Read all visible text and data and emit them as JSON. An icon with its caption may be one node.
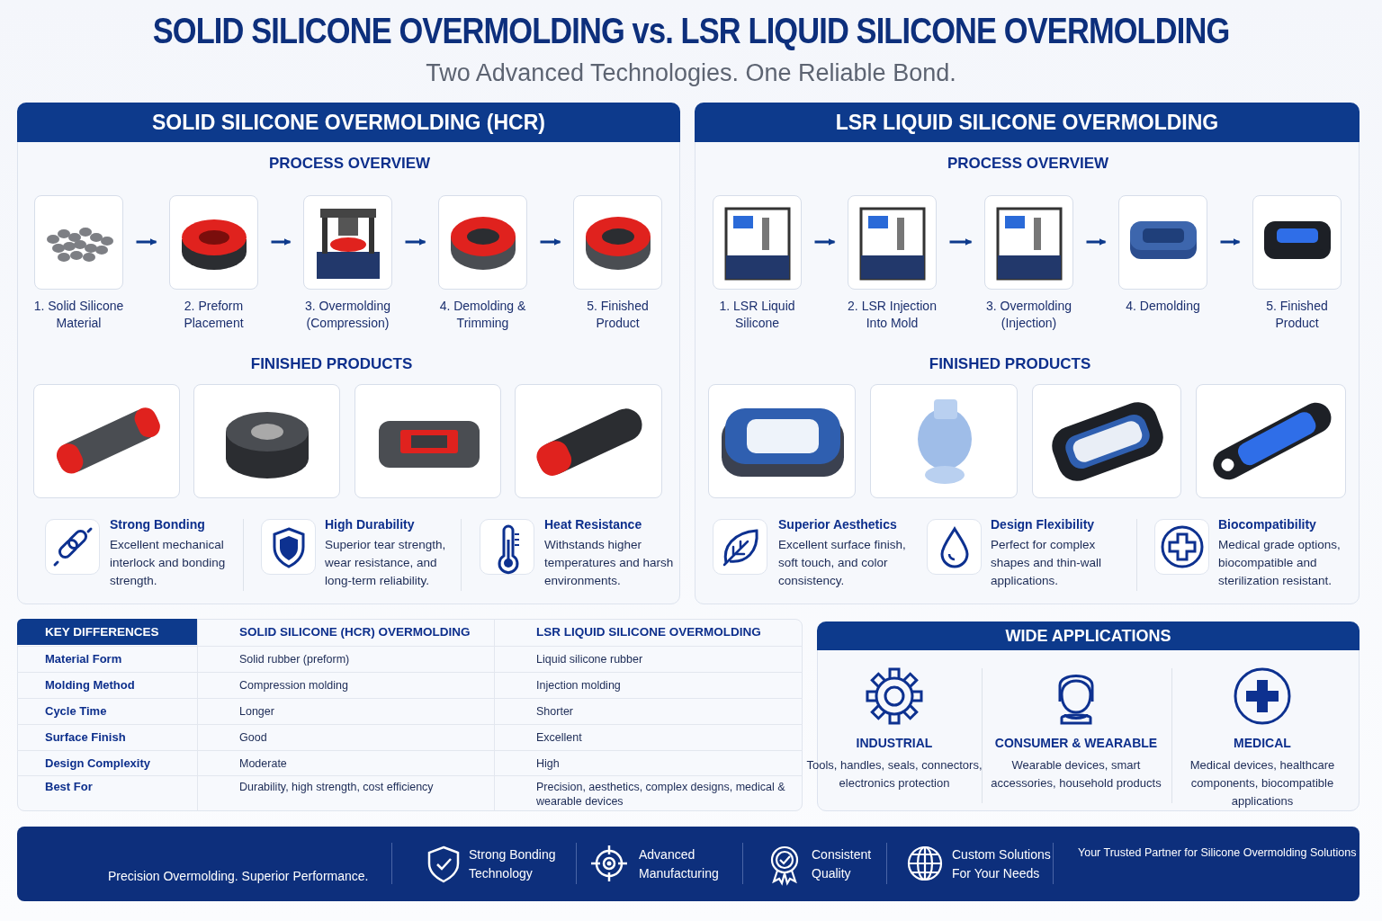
{
  "diagram": {
    "title": "SOLID SILICONE OVERMOLDING vs. LSR LIQUID SILICONE OVERMOLDING",
    "nodes": [
      {
        "text": [
          "SOLID SILICONE OVERMOLDING (HCR)",
          "PROCESS OVERVIEW",
          "FINISHED PRODUCTS"
        ]
      },
      {
        "text": [
          "1. Solid Silicone Material"
        ],
        "in": 0
      },
      {
        "text": [
          "2. Preform Placement"
        ],
        "in": 0
      },
      {
        "text": [
          "3. Overmolding (Compression)"
        ],
        "in": 0
      },
      {
        "text": [
          "4. Demolding & Trimming"
        ],
        "in": 0
      },
      {
        "text": [
          "5. Finished Product"
        ],
        "in": 0
      },
      {
        "text": [
          "LSR LIQUID SILICONE OVERMOLDING",
          "PROCESS OVERVIEW",
          "FINISHED PRODUCTS"
        ]
      },
      {
        "text": [
          "1. LSR Liquid Silicone"
        ],
        "in": 6
      },
      {
        "text": [
          "2. LSR Injection Into Mold"
        ],
        "in": 6
      },
      {
        "text": [
          "3. Overmolding (Injection)"
        ],
        "in": 6
      },
      {
        "text": [
          "4. Demolding"
        ],
        "in": 6
      },
      {
        "text": [
          "5. Finished Product"
        ],
        "in": 6
      }
    ],
    "edges": [
      {
        "from": 1,
        "to": 2,
        "arrow": "to"
      },
      {
        "from": 2,
        "to": 3,
        "arrow": "to"
      },
      {
        "from": 3,
        "to": 4,
        "arrow": "to"
      },
      {
        "from": 4,
        "to": 5,
        "arrow": "to"
      },
      {
        "from": 7,
        "to": 8,
        "arrow": "to"
      },
      {
        "from": 8,
        "to": 9,
        "arrow": "to"
      },
      {
        "from": 9,
        "to": 10,
        "arrow": "to"
      },
      {
        "from": 10,
        "to": 11,
        "arrow": "to"
      }
    ],
    "labels": [
      "Two Advanced Technologies. One Reliable Bond.",
      "Strong Bonding",
      "Excellent mechanical interlock and bonding strength.",
      "High Durability",
      "Superior tear strength, wear resistance, and long-term reliability.",
      "Heat Resistance",
      "Withstands higher temperatures and harsh environments.",
      "Superior Aesthetics",
      "Excellent surface finish, soft touch, and color consistency.",
      "Design Flexibility",
      "Perfect for complex shapes and thin-wall applications.",
      "Biocompatibility",
      "Medical grade options, biocompatible and sterilization resistant.",
      "KEY DIFFERENCES",
      "SOLID SILICONE (HCR) OVERMOLDING",
      "LSR LIQUID SILICONE OVERMOLDING",
      "Material Form",
      "Solid rubber (preform)",
      "Liquid silicone rubber",
      "Molding Method",
      "Compression molding",
      "Injection molding",
      "Cycle Time",
      "Longer",
      "Shorter",
      "Surface Finish",
      "Good",
      "Excellent",
      "Design Complexity",
      "Moderate",
      "High",
      "Best For",
      "Durability, high strength, cost efficiency",
      "Precision, aesthetics, complex designs, medical & wearable devices",
      "WIDE APPLICATIONS",
      "INDUSTRIAL",
      "Tools, handles, seals, connectors, electronics protection",
      "CONSUMER & WEARABLE",
      "Wearable devices, smart accessories, household products",
      "MEDICAL",
      "Medical devices, healthcare components, biocompatible applications",
      "Precision Overmolding. Superior Performance.",
      "Strong Bonding Technology",
      "Advanced Manufacturing",
      "Consistent Quality",
      "Custom Solutions For Your Needs",
      "Your Trusted Partner for Silicone Overmolding Solutions"
    ]
  }
}
